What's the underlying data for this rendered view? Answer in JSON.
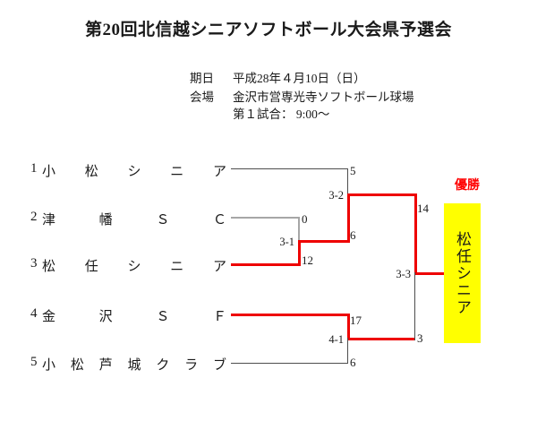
{
  "header": {
    "title": "第20回北信越シニアソフトボール大会県予選会",
    "date_label": "期日",
    "date_value": "平成28年４月10日（日）",
    "venue_label": "会場",
    "venue_value": "金沢市営専光寺ソフトボール球場",
    "game_value": "第１試合： 9:00〜"
  },
  "teams": [
    {
      "seed": "1",
      "name": "小松シニア"
    },
    {
      "seed": "2",
      "name": "津幡ＳＣ"
    },
    {
      "seed": "3",
      "name": "松任シニア"
    },
    {
      "seed": "4",
      "name": "金沢ＳＦ"
    },
    {
      "seed": "5",
      "name": "小松芦城クラブ"
    }
  ],
  "match_scores": {
    "r1": "3-1",
    "r2": "3-2",
    "r3": "4-1",
    "final": "3-3"
  },
  "point_scores": {
    "seed1_r2": "5",
    "seed2_r1": "0",
    "seed3_r1": "12",
    "seed3_r2": "6",
    "upper_final": "14",
    "seed4_r3": "17",
    "seed5_r3": "6",
    "lower_final": "3"
  },
  "champion": {
    "label": "優勝",
    "name": "松任シニア"
  },
  "colors": {
    "winner_line": "#ee0000",
    "loser_line": "#4d4d4d",
    "faded_line": "#a6a6a6",
    "champion_bg": "#ffff00",
    "champion_label": "#ff0000"
  }
}
